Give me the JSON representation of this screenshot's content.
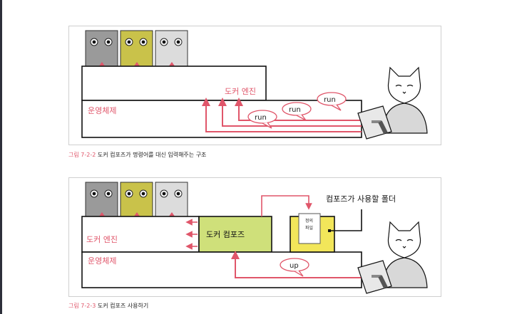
{
  "figure1": {
    "engine_label": "도커 엔진",
    "os_label": "운영체제",
    "bubbles": [
      "run",
      "run",
      "run"
    ],
    "caption_number": "그림 7-2-2",
    "caption_text": "도커 컴포즈가 명령어를 대신 입력해주는 구조"
  },
  "figure2": {
    "engine_label": "도커 엔진",
    "os_label": "운영체제",
    "compose_label": "도커 컴포즈",
    "folder_callout": "컴포즈가 사용할 폴더",
    "definition_file_line1": "정의",
    "definition_file_line2": "파일",
    "bubble": "up",
    "caption_number": "그림 7-2-3",
    "caption_text": "도커 컴포즈 사용하기"
  },
  "colors": {
    "accent_red": "#e0566a",
    "container_gray": "#9a9a9a",
    "container_yellow": "#c9c24a",
    "container_light": "#dcdcdc",
    "compose_green": "#cfe07a",
    "folder_yellow": "#f2e65a"
  },
  "icons": [
    "container-face-icon",
    "cat-with-laptop-icon",
    "speech-bubble-icon",
    "document-icon"
  ]
}
